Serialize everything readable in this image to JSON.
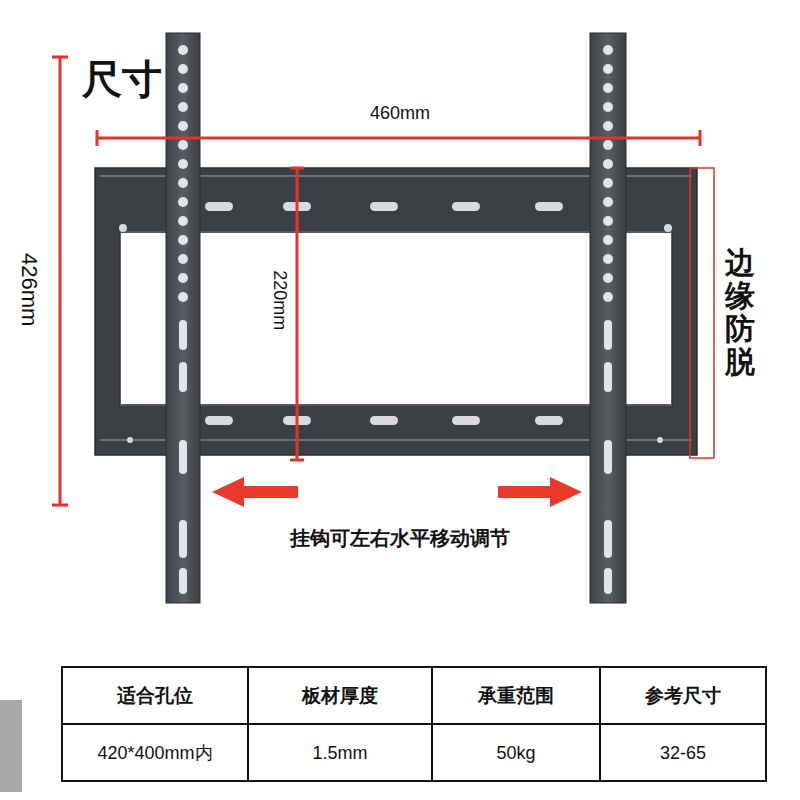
{
  "diagram": {
    "title": "尺寸",
    "labels": [
      "460mm",
      "426mm",
      "220mm",
      "边缘防脱",
      "挂钩可左右水平移动调节",
      "适合孔位",
      "板材厚度",
      "承重范围",
      "参考尺寸",
      "420*400mm内",
      "1.5mm",
      "50kg",
      "32-65"
    ]
  }
}
